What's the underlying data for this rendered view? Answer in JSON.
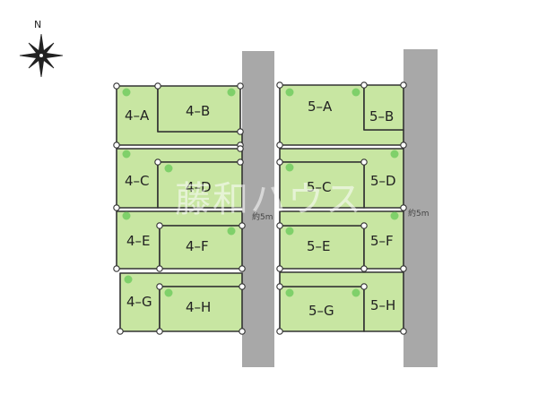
{
  "compass": {
    "north_label": "N",
    "icon": "compass-rose-icon"
  },
  "roads": [
    {
      "id": "center",
      "width_label": "約5m"
    },
    {
      "id": "right",
      "width_label": "約5m"
    }
  ],
  "watermark": "藤和ハウス",
  "lots": [
    {
      "id": "4-A",
      "label": "4–A"
    },
    {
      "id": "4-B",
      "label": "4–B"
    },
    {
      "id": "4-C",
      "label": "4–C"
    },
    {
      "id": "4-D",
      "label": "4–D"
    },
    {
      "id": "4-E",
      "label": "4–E"
    },
    {
      "id": "4-F",
      "label": "4–F"
    },
    {
      "id": "4-G",
      "label": "4–G"
    },
    {
      "id": "4-H",
      "label": "4–H"
    },
    {
      "id": "5-A",
      "label": "5–A"
    },
    {
      "id": "5-B",
      "label": "5–B"
    },
    {
      "id": "5-C",
      "label": "5–C"
    },
    {
      "id": "5-D",
      "label": "5–D"
    },
    {
      "id": "5-E",
      "label": "5–E"
    },
    {
      "id": "5-F",
      "label": "5–F"
    },
    {
      "id": "5-G",
      "label": "5–G"
    },
    {
      "id": "5-H",
      "label": "5–H"
    }
  ],
  "colors": {
    "lot_fill": "#c8e6a2",
    "road": "#a8a8a8",
    "outline": "#333333",
    "tree": "#7fd06a"
  }
}
